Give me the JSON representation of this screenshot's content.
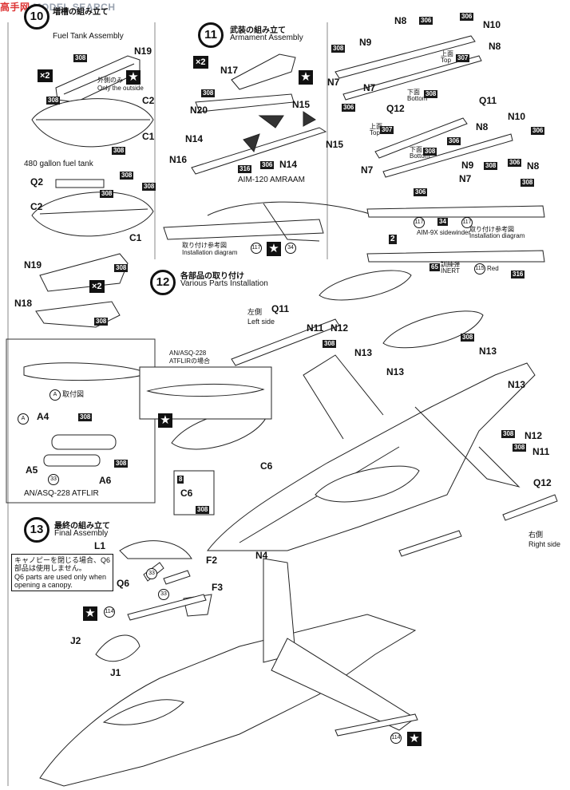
{
  "watermark": {
    "site": "高手网",
    "brand": "MODEL SEARCH"
  },
  "step10": {
    "num": "10",
    "jp": "増槽の組み立て",
    "en": "Fuel Tank Assembly",
    "caption": "480 gallon fuel tank",
    "outside_jp": "外側のみ",
    "outside_en": "Only the outside",
    "parts": [
      "N19",
      "C2",
      "C1",
      "Q2",
      "C2",
      "C1",
      "N19",
      "N18"
    ],
    "boxes": [
      "308",
      "308",
      "308",
      "308",
      "308",
      "308",
      "308",
      "308"
    ],
    "x2": "×2"
  },
  "step11": {
    "num": "11",
    "jp": "武装の組み立て",
    "en": "Armament Assembly",
    "caption": "AIM-120 AMRAAM",
    "install_jp": "取り付け参考図",
    "install_en": "Installation diagram",
    "parts": [
      "N17",
      "N20",
      "N15",
      "N14",
      "N15",
      "N16",
      "N14"
    ],
    "boxes": [
      "308",
      "306",
      "306",
      "316"
    ],
    "x2": "×2"
  },
  "step11r": {
    "parts": [
      "N8",
      "N10",
      "N9",
      "N8",
      "N7",
      "N7",
      "Q12",
      "Q11",
      "N10",
      "N8",
      "N9",
      "N8",
      "N7",
      "N7"
    ],
    "top_jp": "上面",
    "top_en": "Top",
    "bottom_jp": "下面",
    "bottom_en": "Bottom",
    "sidewinder": "AIM-9X sidewinder",
    "install_jp": "取り付け参考図",
    "install_en": "Installation diagram",
    "training_jp": "訓練弾",
    "training_en": "INERT",
    "red": "Red",
    "boxes": [
      "306",
      "306",
      "308",
      "307",
      "308",
      "307",
      "306",
      "306",
      "308",
      "308",
      "306",
      "308",
      "306",
      "316"
    ],
    "circles": [
      "117",
      "34",
      "117",
      "65",
      "115"
    ],
    "num2": "2"
  },
  "step12": {
    "num": "12",
    "jp": "各部品の取り付け",
    "en": "Various Parts Installation",
    "left_jp": "左側",
    "left_en": "Left side",
    "right_jp": "右側",
    "right_en": "Right side",
    "atflir_t1": "AN/ASQ-228",
    "atflir_t2": "ATFLIRの場合",
    "parts": [
      "Q11",
      "N11",
      "N12",
      "N13",
      "N13",
      "N13",
      "N13",
      "N12",
      "N11",
      "Q12",
      "C6",
      "C6"
    ],
    "boxes": [
      "308",
      "308",
      "308",
      "308",
      "308"
    ],
    "small": "8"
  },
  "atflir": {
    "title": "AN/ASQ-228 ATFLIR",
    "mount_jp": "取付図",
    "parts": [
      "A4",
      "A5",
      "A6"
    ],
    "a": "A",
    "boxes": [
      "308",
      "308"
    ],
    "circle": "33"
  },
  "step13": {
    "num": "13",
    "jp": "最終の組み立て",
    "en": "Final Assembly",
    "note_jp": "キャノピーを閉じる場合、Q6 部品は使用しません。",
    "note_en": "Q6 parts are used only when opening a canopy.",
    "parts": [
      "L1",
      "F2",
      "N4",
      "Q6",
      "F3",
      "J2",
      "J1"
    ],
    "circles": [
      "33",
      "33",
      "114",
      "114"
    ]
  }
}
